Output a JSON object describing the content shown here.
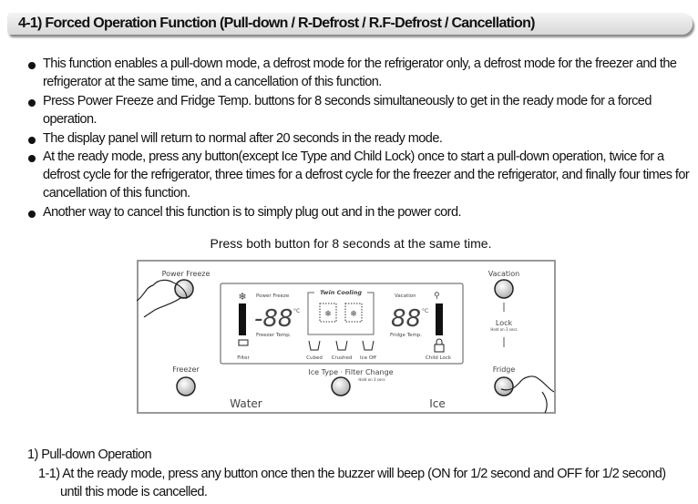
{
  "title": "4-1) Forced Operation Function (Pull-down / R-Defrost / R.F-Defrost / Cancellation)",
  "bullets": [
    [
      "This function enables a pull-down mode, a defrost mode for the refrigerator only, a defrost mode for the freezer and the",
      "refrigerator at the same time, and a cancellation of this function."
    ],
    [
      "Press Power Freeze and Fridge Temp. buttons for 8 seconds simultaneously to get in the ready mode for a forced",
      "operation."
    ],
    [
      "The display panel will return to normal after 20 seconds in the ready mode."
    ],
    [
      "At the ready mode, press any button(except Ice Type and Child Lock) once to start a pull-down operation, twice for a",
      "defrost cycle for the refrigerator, three times for a defrost cycle for the freezer and the refrigerator, and finally four times for",
      "cancellation of this function."
    ],
    [
      "Another way to cancel this function is to simply plug out and in the power cord."
    ]
  ],
  "caption": "Press both button for 8 seconds at the same time.",
  "panel": {
    "power_freeze": "Power Freeze",
    "vacation": "Vacation",
    "lock": "Lock",
    "hold": "Hold on 3 secs",
    "freezer": "Freezer",
    "fridge": "Fridge",
    "ice_type": "Ice Type · Filter Change",
    "water": "Water",
    "ice": "Ice",
    "display": {
      "power_freeze": "Power Freeze",
      "twin_cooling": "Twin Cooling",
      "vacation": "Vacation",
      "freezer_digits": "-88",
      "fridge_digits": "88",
      "unit": "°C",
      "freezer_temp": "Freezer Temp.",
      "fridge_temp": "Fridge Temp.",
      "filter": "Filter",
      "cubed": "Cubed",
      "crushed": "Crushed",
      "ice_off": "Ice Off",
      "child_lock": "Child Lock"
    }
  },
  "section": {
    "heading": "1) Pull-down Operation",
    "line1": "1-1) At the ready mode, press any button once then the buzzer will beep (ON for 1/2 second and OFF for 1/2 second)",
    "line2": "until this mode is cancelled."
  }
}
